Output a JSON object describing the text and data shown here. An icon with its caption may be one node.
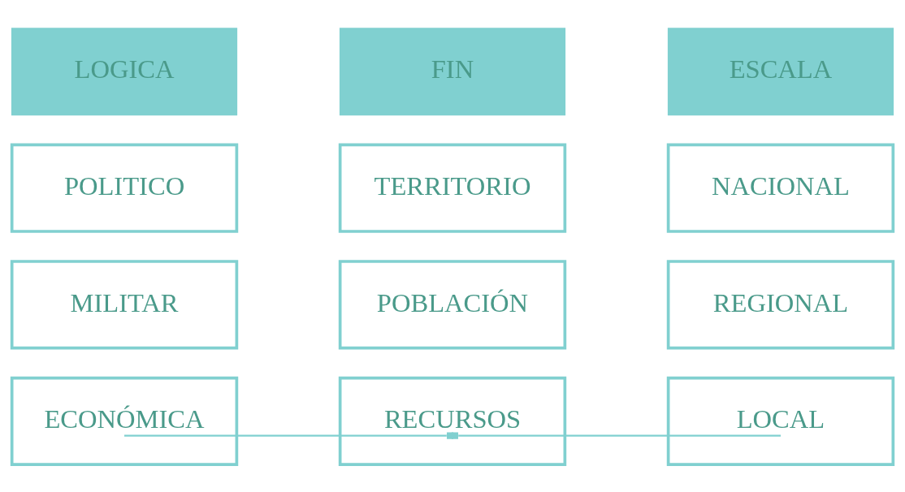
{
  "diagram": {
    "nodes": [
      {
        "text": [
          "LOGICA"
        ]
      },
      {
        "text": [
          "FIN"
        ]
      },
      {
        "text": [
          "ESCALA"
        ]
      },
      {
        "text": [
          "POLITICO"
        ]
      },
      {
        "text": [
          "TERRITORIO"
        ]
      },
      {
        "text": [
          "NACIONAL"
        ]
      },
      {
        "text": [
          "MILITAR"
        ]
      },
      {
        "text": [
          "POBLACIÓN"
        ]
      },
      {
        "text": [
          "REGIONAL"
        ]
      },
      {
        "text": [
          "ECONÓMICA"
        ]
      },
      {
        "text": [
          "RECURSOS"
        ]
      },
      {
        "text": [
          "LOCAL"
        ]
      }
    ],
    "edges": [
      {
        "from": 9,
        "to": 10,
        "arrow": "other"
      },
      {
        "from": 11,
        "to": 10,
        "arrow": "other"
      }
    ]
  }
}
